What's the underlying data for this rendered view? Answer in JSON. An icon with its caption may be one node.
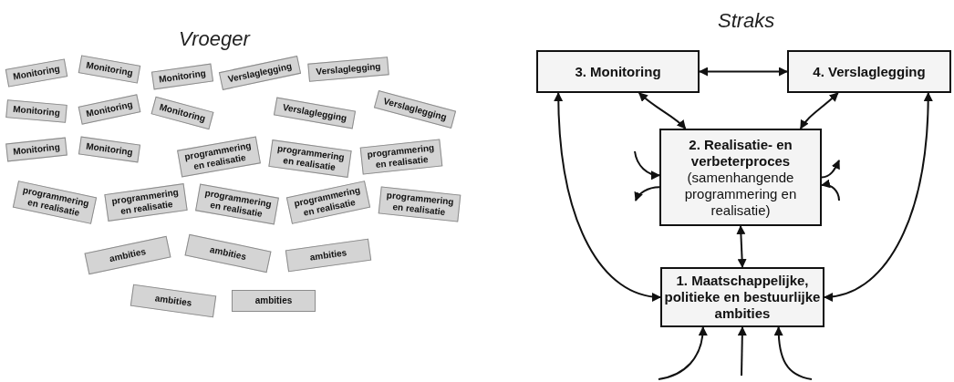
{
  "diagram": {
    "nodes": [
      {
        "text": [
          "Monitoring"
        ]
      },
      {
        "text": [
          "Monitoring"
        ]
      },
      {
        "text": [
          "Monitoring"
        ]
      },
      {
        "text": [
          "Monitoring"
        ]
      },
      {
        "text": [
          "Monitoring"
        ]
      },
      {
        "text": [
          "Monitoring"
        ]
      },
      {
        "text": [
          "Monitoring"
        ]
      },
      {
        "text": [
          "Monitoring"
        ]
      },
      {
        "text": [
          "Verslaglegging"
        ]
      },
      {
        "text": [
          "Verslaglegging"
        ]
      },
      {
        "text": [
          "Verslaglegging"
        ]
      },
      {
        "text": [
          "Verslaglegging"
        ]
      },
      {
        "text": [
          "programmering en realisatie"
        ]
      },
      {
        "text": [
          "programmering en realisatie"
        ]
      },
      {
        "text": [
          "programmering en realisatie"
        ]
      },
      {
        "text": [
          "programmering en realisatie"
        ]
      },
      {
        "text": [
          "programmering en realisatie"
        ]
      },
      {
        "text": [
          "programmering en realisatie"
        ]
      },
      {
        "text": [
          "programmering en realisatie"
        ]
      },
      {
        "text": [
          "programmering en realisatie"
        ]
      },
      {
        "text": [
          "ambities"
        ]
      },
      {
        "text": [
          "ambities"
        ]
      },
      {
        "text": [
          "ambities"
        ]
      },
      {
        "text": [
          "ambities"
        ]
      },
      {
        "text": [
          "ambities"
        ]
      },
      {
        "text": [
          "3. Monitoring"
        ]
      },
      {
        "text": [
          "4. Verslaglegging"
        ]
      },
      {
        "text": [
          "2. Realisatie- en verbeterproces",
          "(samenhangende programmering en realisatie)"
        ]
      },
      {
        "text": [
          "1. Maatschappelijke, politieke en bestuurlijke ambities"
        ]
      }
    ],
    "edges": [
      {
        "from": 25,
        "to": 26,
        "arrow": "both"
      },
      {
        "from": 25,
        "to": 27,
        "arrow": "both"
      },
      {
        "from": 26,
        "to": 27,
        "arrow": "both"
      },
      {
        "from": 25,
        "to": 28,
        "arrow": "both"
      },
      {
        "from": 26,
        "to": 28,
        "arrow": "both"
      },
      {
        "from": null,
        "to": 27,
        "arrow": "to"
      },
      {
        "from": 27,
        "to": null,
        "arrow": "to"
      },
      {
        "from": 27,
        "to": null,
        "arrow": "to"
      },
      {
        "from": null,
        "to": 27,
        "arrow": "to"
      },
      {
        "from": 27,
        "to": 28,
        "arrow": "both"
      },
      {
        "from": null,
        "to": 28,
        "arrow": "to"
      },
      {
        "from": null,
        "to": 28,
        "arrow": "to"
      },
      {
        "from": null,
        "to": 28,
        "arrow": "to"
      }
    ],
    "labels": [
      "Vroeger",
      "Straks"
    ]
  }
}
